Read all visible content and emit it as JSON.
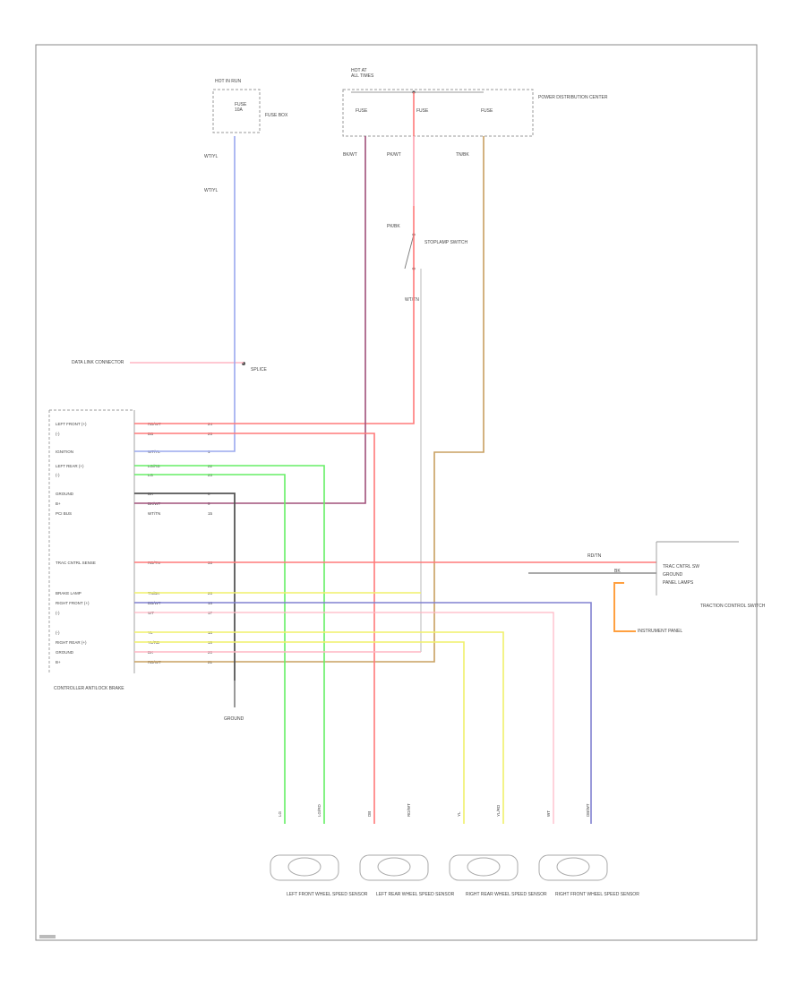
{
  "hot_run_fuse_box": {
    "title": "HOT IN RUN",
    "line2": "",
    "fuse_line1": "FUSE",
    "fuse_line2": "10A",
    "side_note": "FUSE BOX"
  },
  "hot_at_all_times_box": {
    "title": "HOT AT",
    "line2": "ALL TIMES",
    "fuse_a": "FUSE",
    "fuse_b": "FUSE",
    "fuse_c": "FUSE",
    "side_note": "POWER DISTRIBUTION CENTER"
  },
  "wire_labels": {
    "left_feed_1": "WT/YL",
    "left_feed_2": "WT/YL",
    "upper_purple": "BK/WT",
    "upper_pink": "PK/WT",
    "upper_tan": "TN/BK",
    "brake_switch_wire": "PK/BK",
    "brake_switch_out": "WT/TN"
  },
  "brake_switch_label": "STOPLAMP SWITCH",
  "splice_label": "SPLICE",
  "data_link_label": "DATA LINK CONNECTOR",
  "controller": {
    "title": "CONTROLLER ANTILOCK BRAKE",
    "pins": [
      {
        "name": "LEFT FRONT (+)",
        "wire": "RD/WT",
        "num": "24"
      },
      {
        "name": "(-)",
        "wire": "DB",
        "num": "25"
      },
      {
        "name": "IGNITION",
        "wire": "WT/YL",
        "num": "1"
      },
      {
        "name": "LEFT REAR (+)",
        "wire": "LG/RD",
        "num": "22"
      },
      {
        "name": "(-)",
        "wire": "LG",
        "num": "23"
      },
      {
        "name": "GROUND",
        "wire": "BK",
        "num": "8"
      },
      {
        "name": "B+",
        "wire": "BK/WT",
        "num": "9"
      },
      {
        "name": "PCI BUS",
        "wire": "WT/TN",
        "num": "15"
      },
      {
        "name": "TRAC CNTRL SENSE",
        "wire": "RD/TN",
        "num": "33"
      },
      {
        "name": "BRAKE LAMP",
        "wire": "TN/BK",
        "num": "26"
      },
      {
        "name": "RIGHT FRONT (+)",
        "wire": "DB/WT",
        "num": "16"
      },
      {
        "name": "(-)",
        "wire": "WT",
        "num": "17"
      },
      {
        "name": "(-)",
        "wire": "YL",
        "num": "18"
      },
      {
        "name": "RIGHT REAR (+)",
        "wire": "YL/RD",
        "num": "19"
      },
      {
        "name": "GROUND",
        "wire": "BK",
        "num": "20"
      },
      {
        "name": "B+",
        "wire": "RD/WT",
        "num": "21"
      }
    ]
  },
  "ground_label": "GROUND",
  "traction_switch": {
    "title": "TRACTION CONTROL SWITCH",
    "pin1": "TRAC CNTRL SW",
    "pin2": "GROUND",
    "pin3": "PANEL LAMPS",
    "wire1": "RD/TN",
    "wire2": "BK",
    "note": "INSTRUMENT PANEL"
  },
  "sensors": [
    {
      "name": "LEFT FRONT WHEEL SPEED SENSOR",
      "wire_a": "LG",
      "wire_b": "LG/RD"
    },
    {
      "name": "LEFT REAR WHEEL SPEED SENSOR",
      "wire_a": "DB",
      "wire_b": "RD/WT"
    },
    {
      "name": "RIGHT REAR WHEEL SPEED SENSOR",
      "wire_a": "YL",
      "wire_b": "YL/RD"
    },
    {
      "name": "RIGHT FRONT WHEEL SPEED SENSOR",
      "wire_a": "WT",
      "wire_b": "DB/WT"
    }
  ],
  "colors": {
    "blue": "#9aa8ee",
    "red": "#ff7a7a",
    "pink": "#ffb6c4",
    "purple": "#a0507a",
    "tan": "#c8a060",
    "green": "#66ee66",
    "yellow": "#f0f06a",
    "orange": "#ffa040",
    "navy": "#8080d0",
    "black": "#555555",
    "gray": "#b8b8b8"
  }
}
